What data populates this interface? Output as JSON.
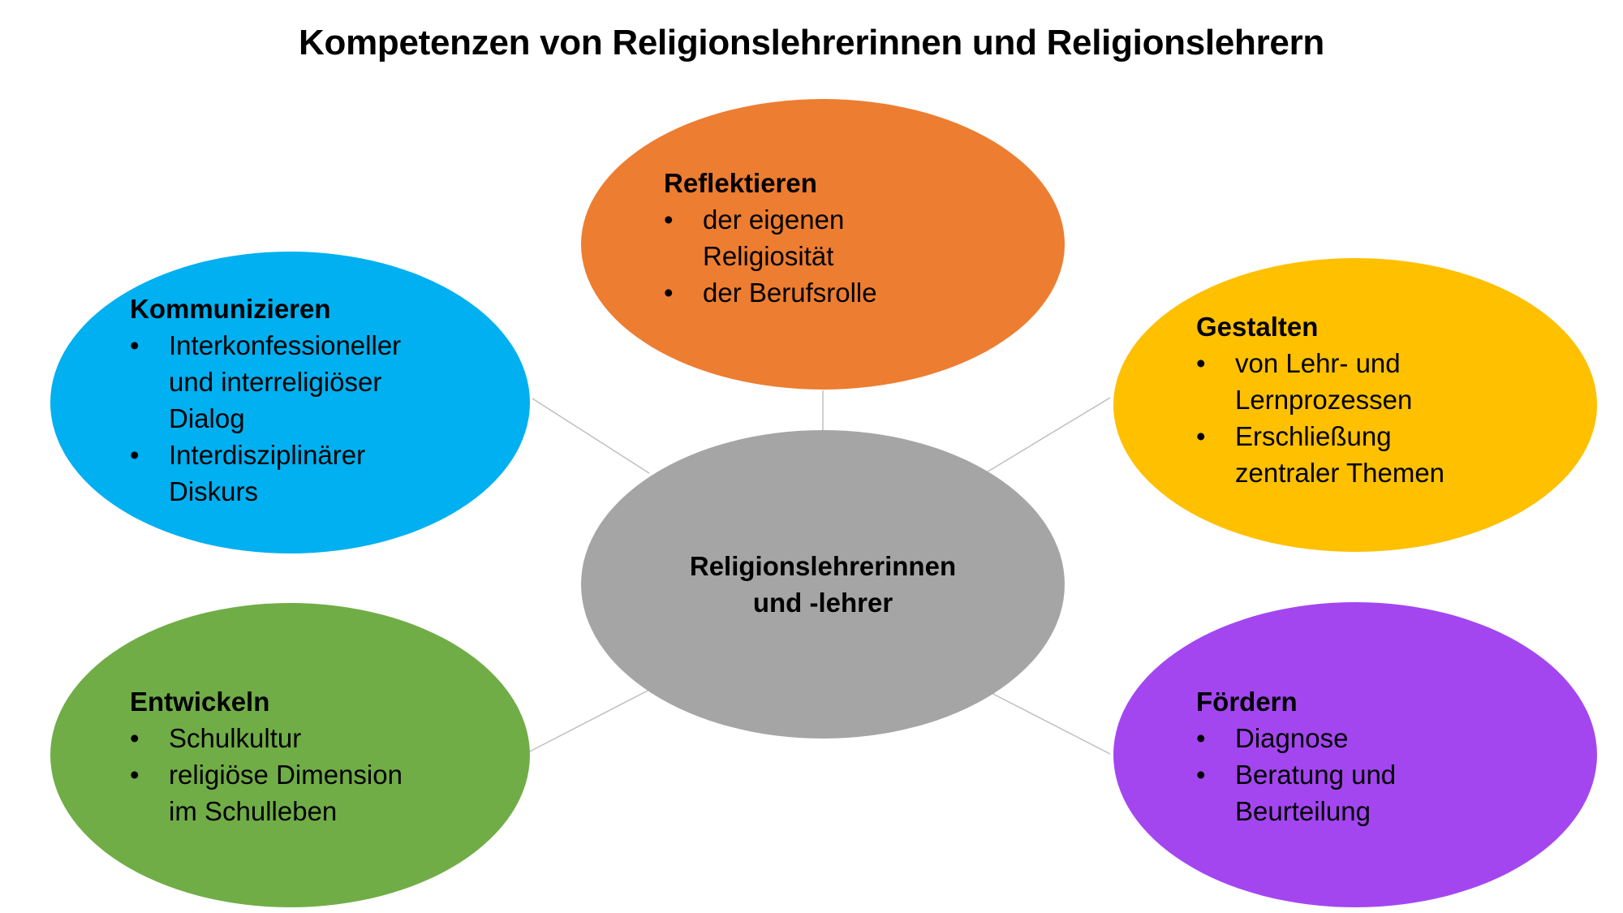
{
  "title": "Kompetenzen von Religionslehrerinnen und Religionslehrern",
  "colors": {
    "center": "#A5A5A5",
    "reflektieren": "#ED7D31",
    "kommunizieren": "#00B0F0",
    "gestalten": "#FFC000",
    "entwickeln": "#70AD47",
    "foerdern": "#A346F0",
    "connector": "#BFBFBF"
  },
  "center": {
    "line1": "Religionslehrerinnen",
    "line2": "und -lehrer"
  },
  "nodes": {
    "reflektieren": {
      "heading": "Reflektieren",
      "bullet": "•",
      "items": [
        {
          "lines": [
            "der eigenen",
            "Religiosität"
          ]
        },
        {
          "lines": [
            "der Berufsrolle"
          ]
        }
      ]
    },
    "kommunizieren": {
      "heading": "Kommunizieren",
      "bullet": "•",
      "items": [
        {
          "lines": [
            "Interkonfessioneller",
            "und interreligiöser",
            "Dialog"
          ]
        },
        {
          "lines": [
            "Interdisziplinärer",
            "Diskurs"
          ]
        }
      ]
    },
    "gestalten": {
      "heading": "Gestalten",
      "bullet": "•",
      "items": [
        {
          "lines": [
            "von Lehr- und",
            "Lernprozessen"
          ]
        },
        {
          "lines": [
            "Erschließung",
            "zentraler Themen"
          ]
        }
      ]
    },
    "entwickeln": {
      "heading": "Entwickeln",
      "bullet": "•",
      "items": [
        {
          "lines": [
            "Schulkultur"
          ]
        },
        {
          "lines": [
            "religiöse Dimension",
            "im Schulleben"
          ]
        }
      ]
    },
    "foerdern": {
      "heading": "Fördern",
      "bullet": "•",
      "items": [
        {
          "lines": [
            "Diagnose"
          ]
        },
        {
          "lines": [
            "Beratung und",
            "Beurteilung"
          ]
        }
      ]
    }
  }
}
